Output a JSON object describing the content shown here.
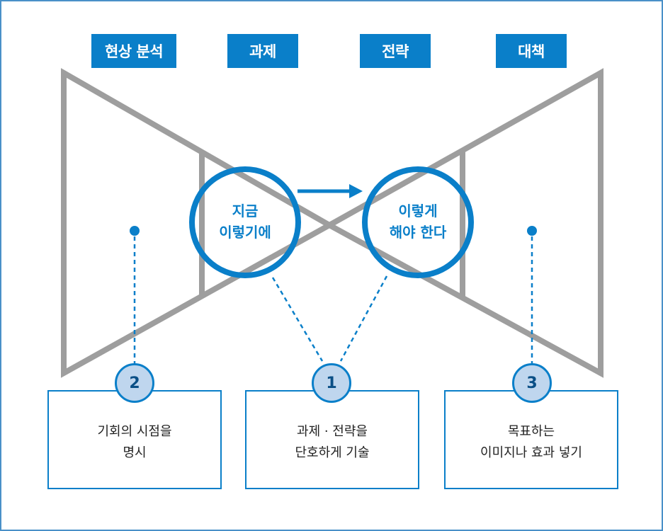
{
  "colors": {
    "accent": "#0a7fc9",
    "frame": "#9e9e9e",
    "badge_fill": "#bfd6ee",
    "border": "#4a90c8"
  },
  "headers": [
    "현상 분석",
    "과제",
    "전략",
    "대책"
  ],
  "circles": {
    "left": {
      "lines": [
        "지금",
        "이렇기에"
      ]
    },
    "right": {
      "lines": [
        "이렇게",
        "해야 한다"
      ]
    }
  },
  "steps": [
    {
      "number": "2",
      "lines": [
        "기회의 시점을",
        "명시"
      ]
    },
    {
      "number": "1",
      "lines": [
        "과제 · 전략을",
        "단호하게 기술"
      ]
    },
    {
      "number": "3",
      "lines": [
        "목표하는",
        "이미지나 효과 넣기"
      ]
    }
  ]
}
